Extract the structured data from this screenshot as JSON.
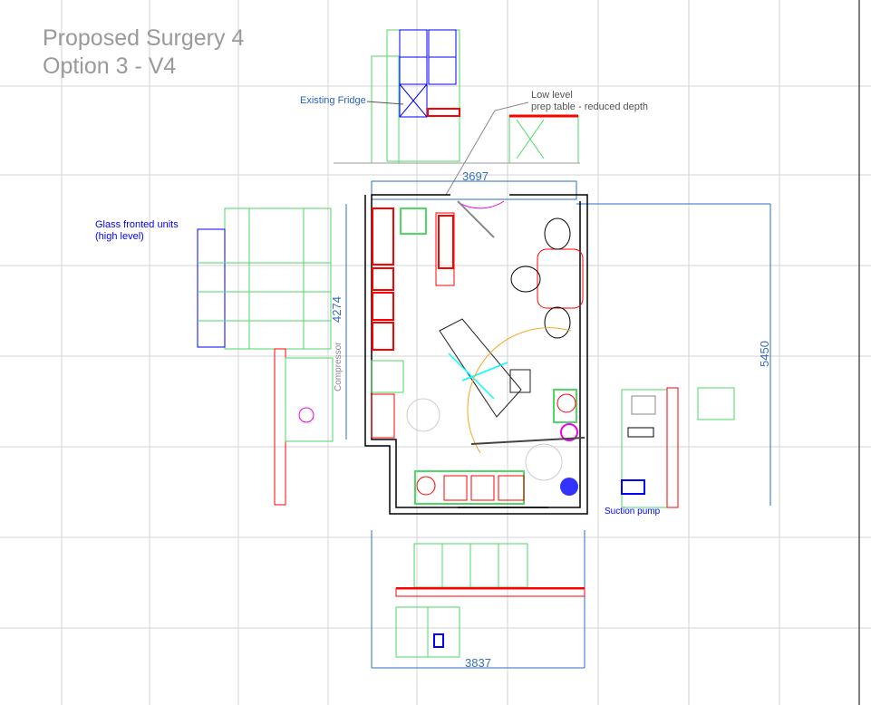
{
  "title": {
    "line1": "Proposed Surgery 4",
    "line2": "Option 3 - V4"
  },
  "labels": {
    "existing_fridge": "Existing Fridge",
    "low_level_1": "Low level",
    "low_level_2": "prep table - reduced depth",
    "glass_units_1": "Glass fronted units",
    "glass_units_2": "(high level)",
    "compressor": "Compressor",
    "suction_pump": "Suction pump"
  },
  "dimensions": {
    "top_width": "3697",
    "left_height": "4274",
    "right_height": "5450",
    "bottom_width": "3837"
  },
  "colors": {
    "grid": "#d4d4d4",
    "wall": "#000000",
    "cabinet": "#4cd964",
    "worktop": "#ff0000",
    "dimension": "#2a6fc4",
    "annotation": "#0000ff"
  }
}
